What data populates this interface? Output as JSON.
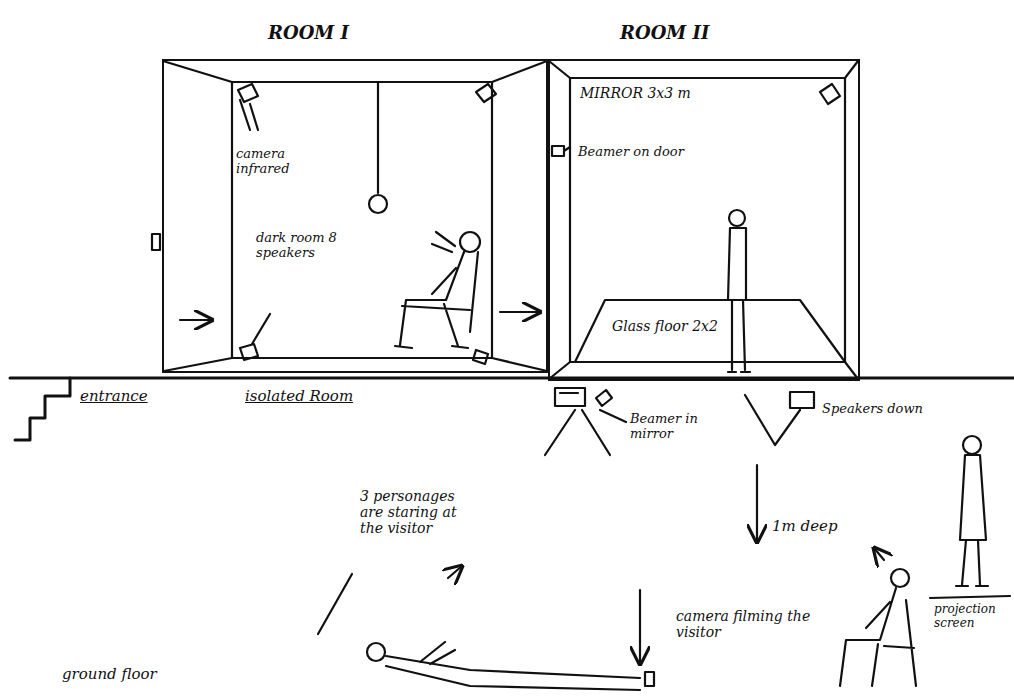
{
  "diagram": {
    "nodes": [
      {
        "text": [
          "ROOM I",
          "camera infrared",
          "dark room 8 speakers"
        ]
      },
      {
        "text": [
          "ROOM II",
          "MIRROR 3x3 m",
          "Beamer on door",
          "Glass floor 2x2"
        ]
      }
    ],
    "labels": [
      "entrance",
      "isolated Room",
      "Beamer in mirror",
      "Speakers down",
      "3 personages are staring at the visitor",
      "1m deep",
      "camera filming the visitor",
      "projection screen",
      "ground floor"
    ]
  }
}
